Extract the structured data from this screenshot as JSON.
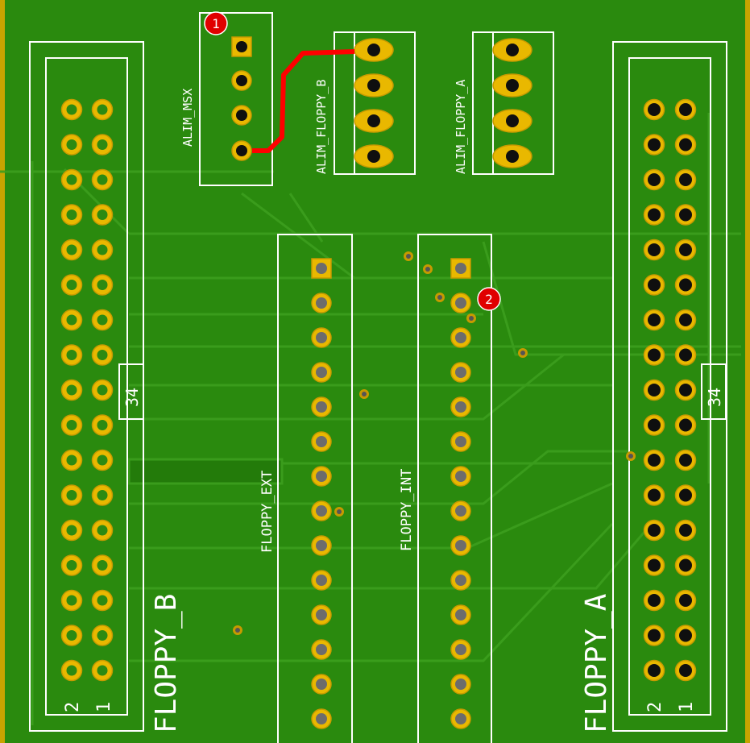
{
  "colors": {
    "board": "#2a8a0e",
    "board_dark": "#1e6e09",
    "trace": "#3a9a1c",
    "silkscreen": "#ffffff",
    "pad": "#e9b800",
    "pad_ring_dark": "#c79a00",
    "drill": "#0f0f0f",
    "highlight_trace": "#ff0000",
    "marker": "#e00000"
  },
  "labels": {
    "floppy_b": "FLOPPY_B",
    "floppy_a": "FLOPPY_A",
    "floppy_ext": "FLOPPY_EXT",
    "floppy_int": "FLOPPY_INT",
    "alim_msx": "ALIM_MSX",
    "alim_floppy_b": "ALIM_FLOPPY_B",
    "alim_floppy_a": "ALIM_FLOPPY_A",
    "pin34_left": "34",
    "pin34_right": "34",
    "pin2_left": "2",
    "pin1_left": "1",
    "pin2_right": "2",
    "pin1_right": "1"
  },
  "markers": [
    {
      "label": "1"
    },
    {
      "label": "2"
    }
  ]
}
